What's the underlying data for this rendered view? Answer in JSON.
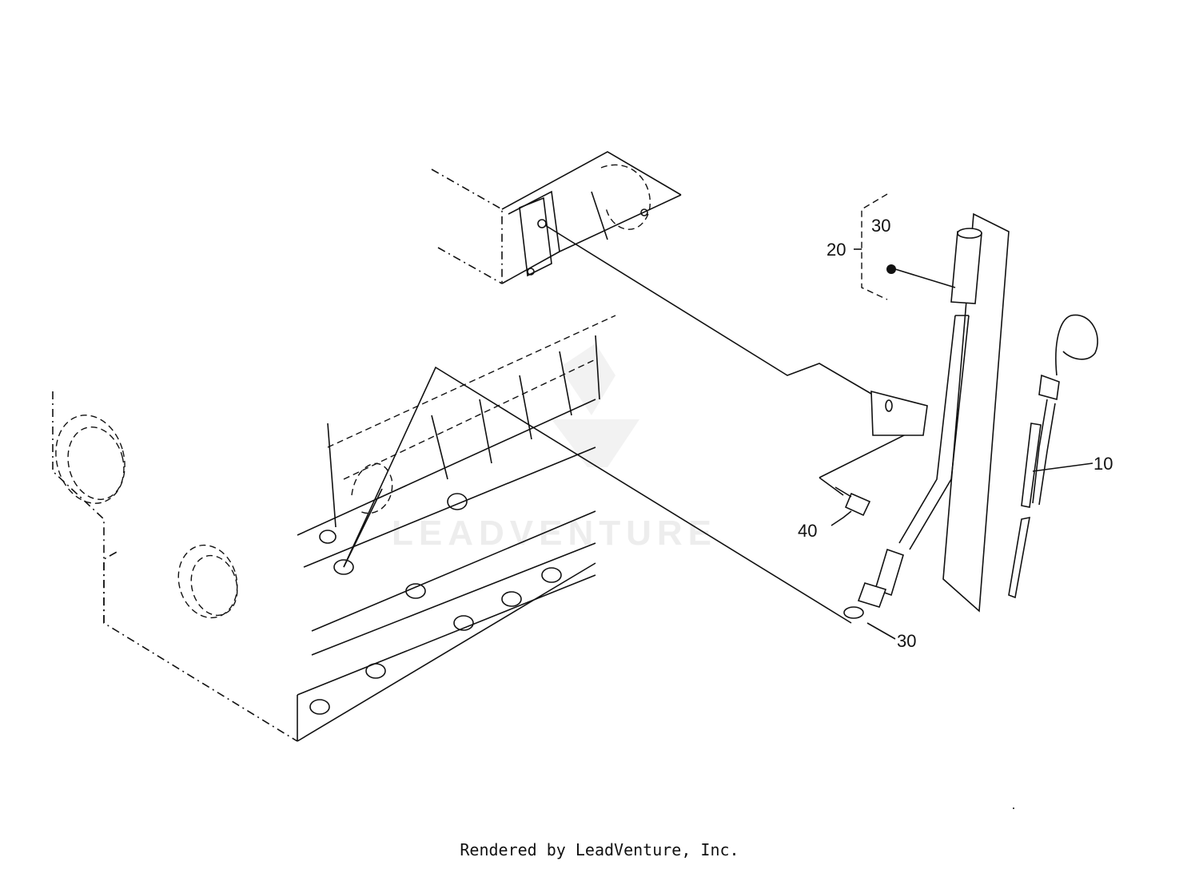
{
  "diagram": {
    "callouts": {
      "dipstick": "10",
      "tube_assembly": "20",
      "oring_top": "30",
      "oring_bottom": "30",
      "cap_screw": "40"
    },
    "watermark": "LEADVENTURE",
    "footer": "Rendered by LeadVenture, Inc."
  },
  "colors": {
    "line": "#111111",
    "background": "#ffffff",
    "watermark": "#ededed"
  }
}
